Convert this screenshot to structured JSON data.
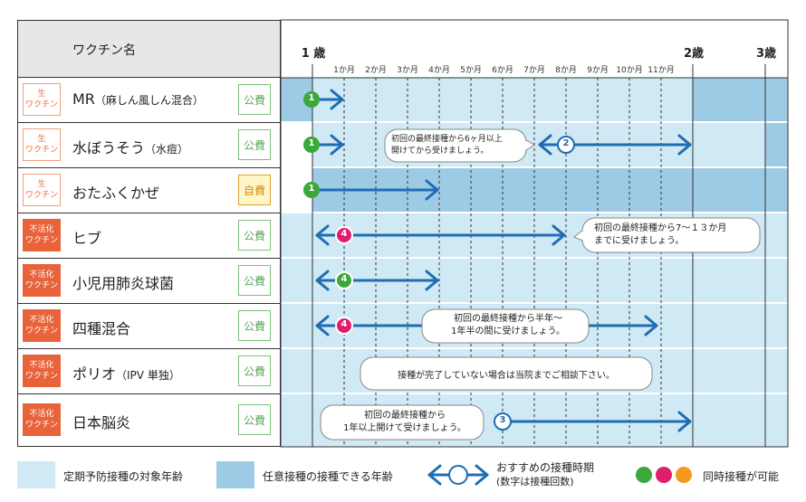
{
  "header": {
    "title": "ワクチン名",
    "age_labels": [
      "1 歳",
      "2歳",
      "3歳"
    ],
    "months": [
      "1か月",
      "2か月",
      "3か月",
      "4か月",
      "5か月",
      "6か月",
      "7か月",
      "8か月",
      "9か月",
      "10か月",
      "11か月"
    ]
  },
  "vaccines": [
    {
      "type_line1": "生",
      "type_line2": "ワクチン",
      "kind": "live",
      "name": "MR",
      "name_note": "（麻しん風しん混合）",
      "fee": "公費",
      "fee_kind": "public"
    },
    {
      "type_line1": "生",
      "type_line2": "ワクチン",
      "kind": "live",
      "name": "水ぼうそう",
      "name_note": "（水痘）",
      "fee": "公費",
      "fee_kind": "public"
    },
    {
      "type_line1": "生",
      "type_line2": "ワクチン",
      "kind": "live",
      "name": "おたふくかぜ",
      "name_note": "",
      "fee": "自費",
      "fee_kind": "self"
    },
    {
      "type_line1": "不活化",
      "type_line2": "ワクチン",
      "kind": "inactivated",
      "name": "ヒブ",
      "name_note": "",
      "fee": "公費",
      "fee_kind": "public"
    },
    {
      "type_line1": "不活化",
      "type_line2": "ワクチン",
      "kind": "inactivated",
      "name": "小児用肺炎球菌",
      "name_note": "",
      "fee": "公費",
      "fee_kind": "public"
    },
    {
      "type_line1": "不活化",
      "type_line2": "ワクチン",
      "kind": "inactivated",
      "name": "四種混合",
      "name_note": "",
      "fee": "公費",
      "fee_kind": "public"
    },
    {
      "type_line1": "不活化",
      "type_line2": "ワクチン",
      "kind": "inactivated",
      "name": "ポリオ",
      "name_note": "（IPV 単独）",
      "fee": "公費",
      "fee_kind": "public"
    },
    {
      "type_line1": "不活化",
      "type_line2": "ワクチン",
      "kind": "inactivated",
      "name": "日本脳炎",
      "name_note": "",
      "fee": "公費",
      "fee_kind": "public"
    }
  ],
  "doses": {
    "mr": "1",
    "varicella_1": "1",
    "varicella_2": "2",
    "mumps": "1",
    "hib": "4",
    "pcv": "4",
    "dpt": "4",
    "je": "3"
  },
  "notes": {
    "varicella": [
      "初回の最終接種から6ヶ月以上",
      "開けてから受けましょう。"
    ],
    "hib": [
      "初回の最終接種から7～１３か月",
      "までに受けましょう。"
    ],
    "dpt": [
      "初回の最終接種から半年～",
      "1年半の間に受けましょう。"
    ],
    "polio": [
      "接種が完了していない場合は当院までご相談下さい。"
    ],
    "je": [
      "初回の最終接種から",
      "1年以上開けて受けましょう。"
    ]
  },
  "legend": {
    "routine": "定期予防接種の対象年齢",
    "optional": "任意接種の接種できる年齢",
    "recommended_line1": "おすすめの接種時期",
    "recommended_line2": "(数字は接種回数)",
    "simultaneous": "同時接種が可能"
  },
  "colors": {
    "routine": "#cfe9f5",
    "optional": "#9dcbe6",
    "arrow": "#1f6db3",
    "green": "#3aa83a",
    "pink": "#e01e6e",
    "orange": "#f39a1c",
    "inactivated_badge": "#e8623a"
  }
}
